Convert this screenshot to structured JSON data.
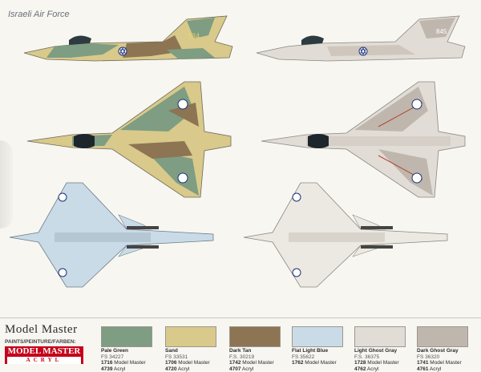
{
  "header": {
    "title": "Israeli Air Force"
  },
  "aircraft": {
    "side_camo": {
      "tail_number": "534"
    },
    "side_gray": {
      "tail_number": "845"
    }
  },
  "brand": {
    "name": "Model Master",
    "sub": "PAINTS/PEINTURE/FARBEN:",
    "badge_top": "MODEL MASTER",
    "badge_bottom": "ACRYL"
  },
  "colors": [
    {
      "name": "Pale Green",
      "fs": "FS 34227",
      "mm_code": "1716",
      "mm_label": "Model Master",
      "acryl_code": "4739",
      "acryl_label": "Acryl",
      "hex": "#7e9d82"
    },
    {
      "name": "Sand",
      "fs": "FS 33531",
      "mm_code": "1706",
      "mm_label": "Model Master",
      "acryl_code": "4720",
      "acryl_label": "Acryl",
      "hex": "#d9c98a"
    },
    {
      "name": "Dark Tan",
      "fs": "F.S. 30219",
      "mm_code": "1742",
      "mm_label": "Model Master",
      "acryl_code": "4707",
      "acryl_label": "Acryl",
      "hex": "#8d7453"
    },
    {
      "name": "Flat Light Blue",
      "fs": "FS 35622",
      "mm_code": "1762",
      "mm_label": "Model Master",
      "acryl_code": "",
      "acryl_label": "",
      "hex": "#c9dbe6"
    },
    {
      "name": "Light Ghost Gray",
      "fs": "F.S. 36375",
      "mm_code": "1728",
      "mm_label": "Model Master",
      "acryl_code": "4762",
      "acryl_label": "Acryl",
      "hex": "#e1ddd6"
    },
    {
      "name": "Dark Ghost Gray",
      "fs": "FS 36320",
      "mm_code": "1741",
      "mm_label": "Model Master",
      "acryl_code": "4761",
      "acryl_label": "Acryl",
      "hex": "#bfb7ae"
    }
  ]
}
